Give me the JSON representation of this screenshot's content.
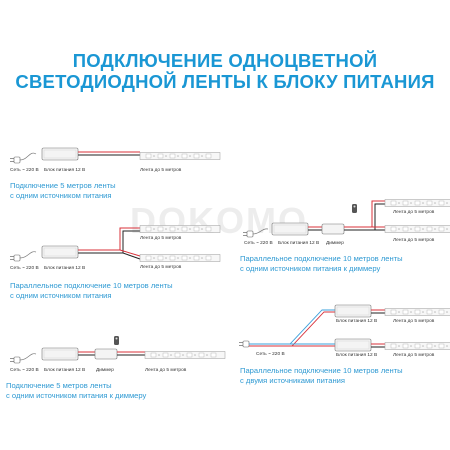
{
  "title": {
    "line1": "ПОДКЛЮЧЕНИЕ ОДНОЦВЕТНОЙ",
    "line2": "СВЕТОДИОДНОЙ ЛЕНТЫ К БЛОКУ ПИТАНИЯ"
  },
  "watermark": "DOKOMO",
  "labels": {
    "mains": "Сеть ~ 220 В",
    "psu": "Блок питания 12 В",
    "strip": "Лента до 5 метров",
    "dimmer": "Диммер"
  },
  "diagrams": [
    {
      "caption_line1": "Подключение 5 метров ленты",
      "caption_line2": "с одним источником питания"
    },
    {
      "caption_line1": "Параллельное подключение 10 метров ленты",
      "caption_line2": "с одним источником питания"
    },
    {
      "caption_line1": "Подключение 5 метров ленты",
      "caption_line2": "с одним источником питания к диммеру"
    },
    {
      "caption_line1": "Параллельное подключение 10 метров ленты",
      "caption_line2": "с одним источником питания к диммеру"
    },
    {
      "caption_line1": "Параллельное подключение 10 метров ленты",
      "caption_line2": "с двумя источниками питания"
    }
  ],
  "colors": {
    "accent": "#1a97d4",
    "wire_red": "#d9303a",
    "wire_black": "#222222",
    "wire_blue": "#3aa0dc"
  }
}
